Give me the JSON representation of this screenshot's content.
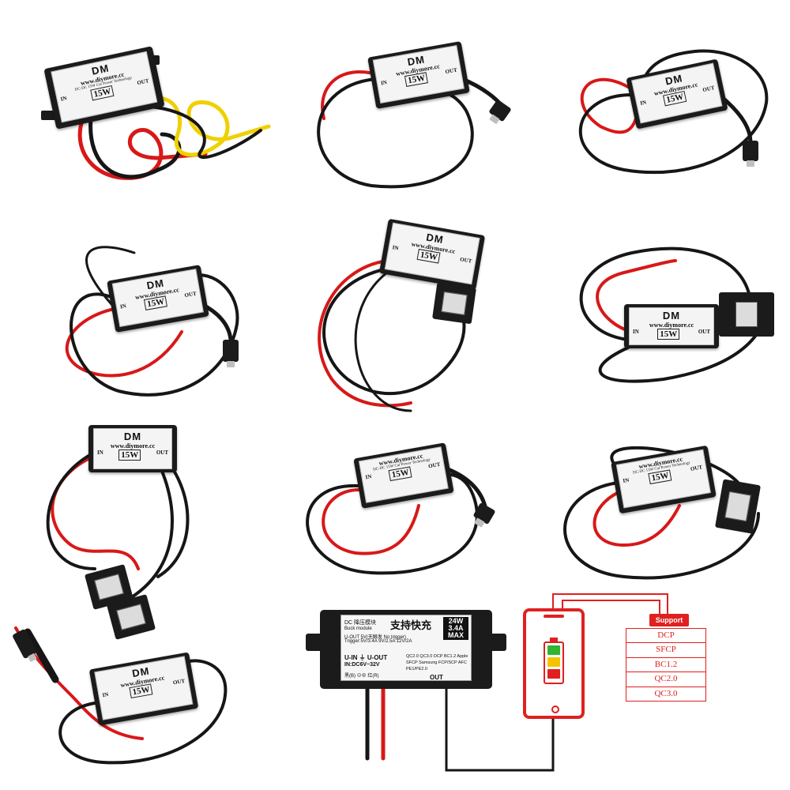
{
  "module": {
    "logo": "DM",
    "url": "www.diymore.cc",
    "fine_print": "DC-DC 15W Car Power Technology",
    "input_label": "IN",
    "output_label": "OUT",
    "wattage": "15W"
  },
  "featured": {
    "line1": "DC 降压模块",
    "line2": "Buck module",
    "line3": "U-OUT 5V(无触发 No trigger)",
    "line4": "Trigger:5V/3.4A  9V/2.5A  12V/2A",
    "cn_title": "支持快充",
    "badge": [
      "24W",
      "3.4A",
      "MAX"
    ],
    "uio": "U-IN  ⏚  U-OUT",
    "vin": "IN:DC6V~32V",
    "polarity": "黑(B) ⊖⊕ 红(R)",
    "protocols_small": "QC2.0  QC3.0  DCP  BC1.2  Apple  SFCP  Samsung  FCP/SCP  AFC  PE1/PE2.0",
    "out": "OUT"
  },
  "support": {
    "title": "Support",
    "protocols": [
      "DCP",
      "SFCP",
      "BC1.2",
      "QC2.0",
      "QC3.0"
    ]
  },
  "colors": {
    "accent": "#e02020",
    "wire_red": "#d81818",
    "wire_black": "#161616",
    "wire_yellow": "#f0d000",
    "battery_green": "#2fb52f",
    "battery_yellow": "#f2c500",
    "battery_red": "#e02020"
  }
}
